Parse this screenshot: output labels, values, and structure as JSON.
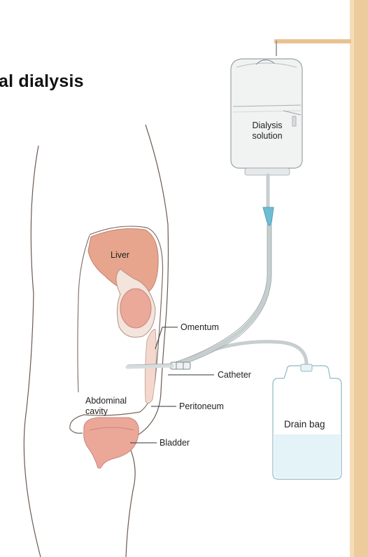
{
  "title": "al dialysis",
  "labels": {
    "dialysis_solution": "Dialysis\nsolution",
    "liver": "Liver",
    "omentum": "Omentum",
    "catheter": "Catheter",
    "abdominal_cavity": "Abdominal\ncavity",
    "peritoneum": "Peritoneum",
    "bladder": "Bladder",
    "drain_bag": "Drain bag"
  },
  "colors": {
    "organ": "#e8a48c",
    "organ_inner": "#eeb4a4",
    "pole": "#ecc898",
    "solution_bag": "#f2f3f3",
    "drain_bag": "#e9f5f8",
    "connector": "#68bcd2"
  }
}
